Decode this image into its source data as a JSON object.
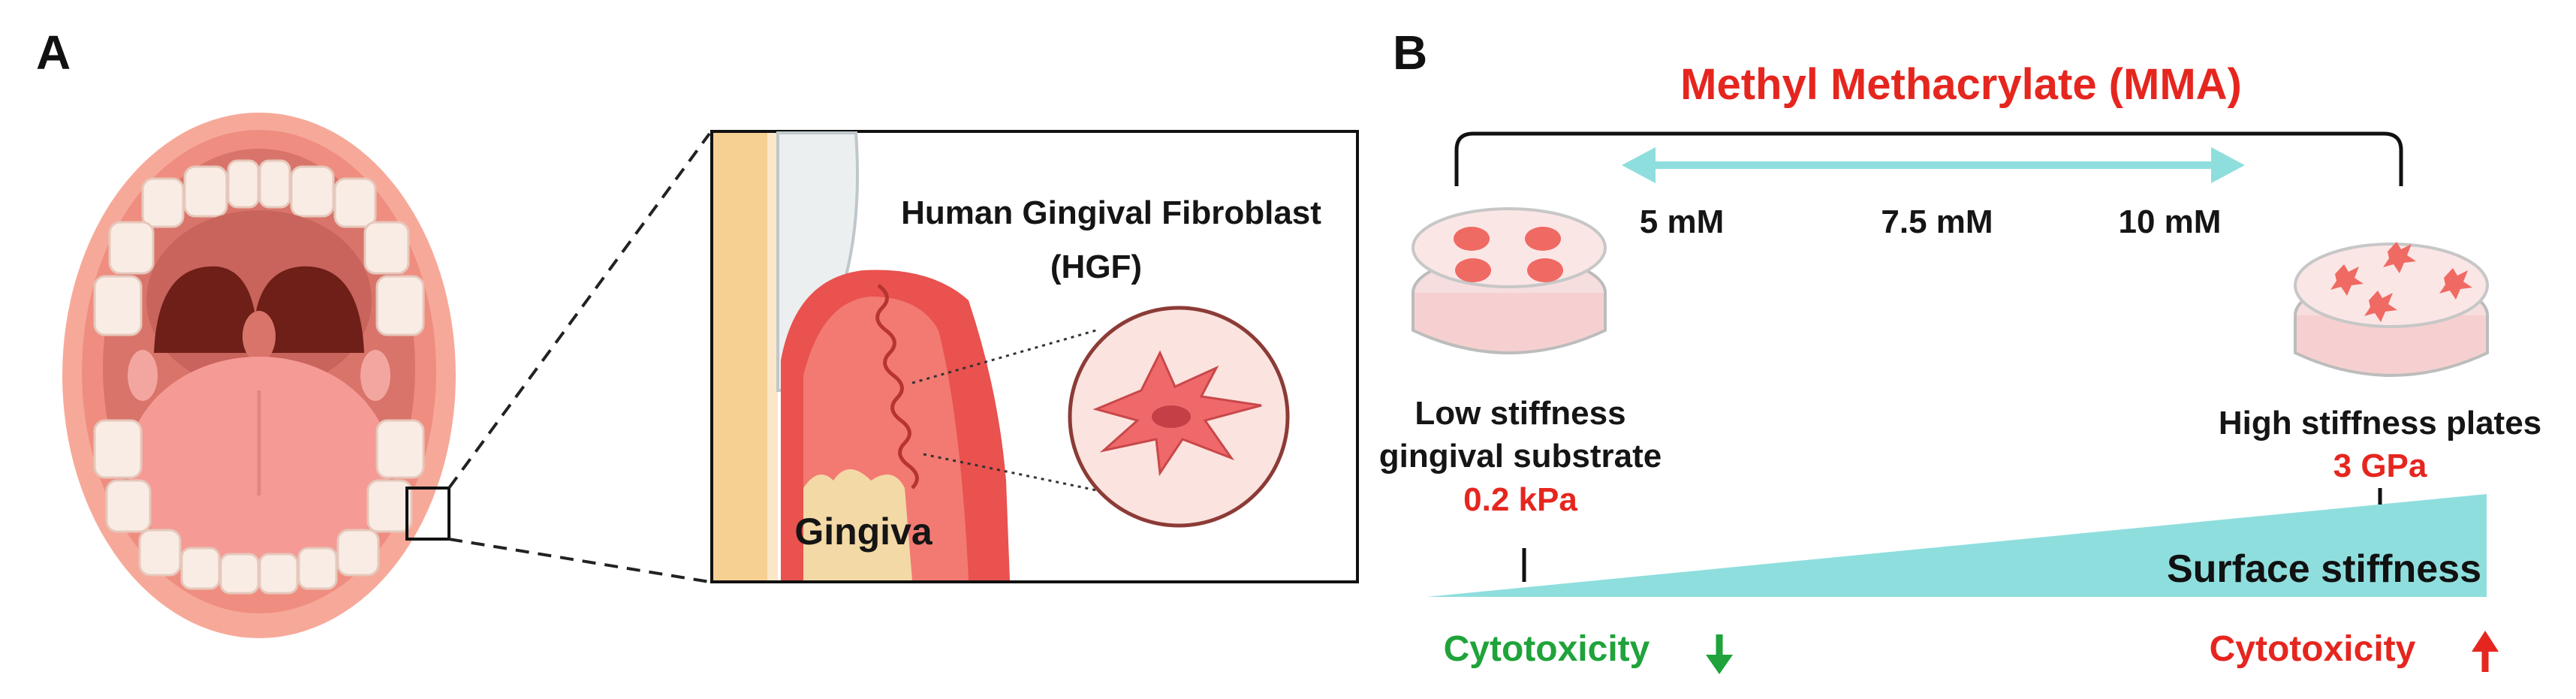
{
  "panel_a": {
    "letter": "A",
    "cell_label_line1": "Human Gingival Fibroblast",
    "cell_label_line2": "(HGF)",
    "tissue_label": "Gingiva"
  },
  "panel_b": {
    "letter": "B",
    "title": "Methyl Methacrylate (MMA)",
    "concentrations": [
      "5 mM",
      "7.5 mM",
      "10 mM"
    ],
    "low": {
      "line1": "Low stiffness",
      "line2": "gingival substrate",
      "value": "0.2 kPa"
    },
    "high": {
      "line1": "High stiffness plates",
      "value": "3 GPa"
    },
    "gradient_label": "Surface stiffness",
    "cytotox_low": "Cytotoxicity",
    "cytotox_high": "Cytotoxicity"
  },
  "colors": {
    "accent_red": "#e5261f",
    "accent_green": "#1fa33a",
    "teal": "#8fdede",
    "tissue_pink": "#f26a67",
    "skin": "#f7a999"
  },
  "icons": [
    "mouth-illustration",
    "fibroblast-cell-icon",
    "petri-dish-icon",
    "down-arrow-icon",
    "up-arrow-icon"
  ]
}
